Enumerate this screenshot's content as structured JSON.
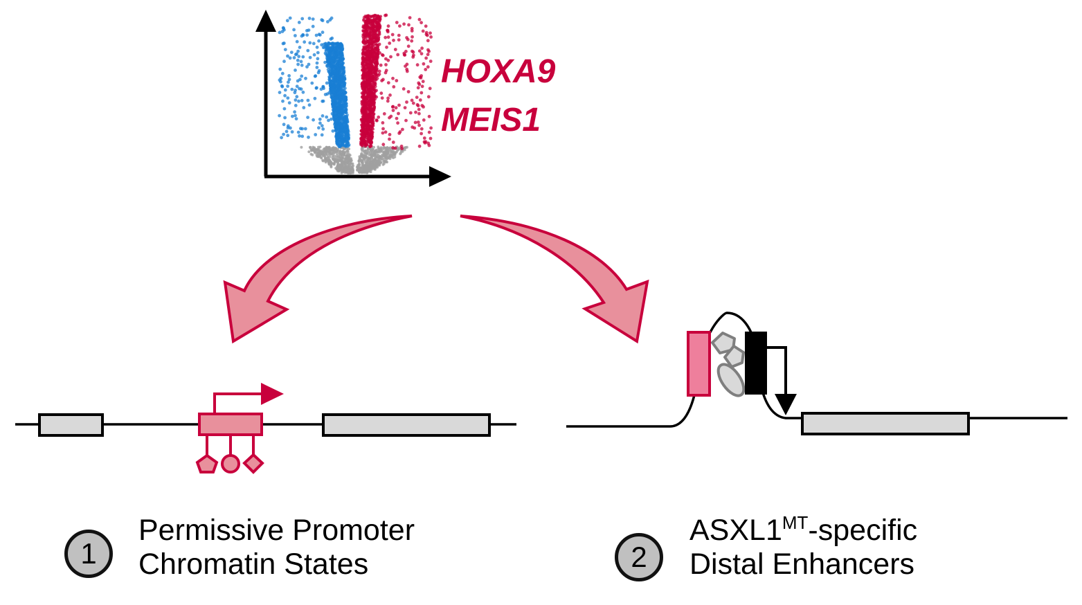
{
  "colors": {
    "accent": "#c8003c",
    "accent_fill": "#e8909c",
    "enhancer_fill": "#ee7f9c",
    "down_blue": "#1a7fd4",
    "nonsig_gray": "#a0a0a0",
    "gene_box_fill": "#d9d9d9",
    "factor_fill": "#d9d9d9",
    "factor_stroke": "#7f7f7f",
    "badge_fill": "#c0c0c0",
    "line": "#000000"
  },
  "volcano": {
    "description": "volcano plot schematic with downregulated (blue), upregulated (red) and non-significant (gray) genes",
    "highlighted_genes": [
      "HOXA9",
      "MEIS1"
    ]
  },
  "arrows": [
    {
      "name": "to-promoter",
      "direction": "down-left"
    },
    {
      "name": "to-enhancer",
      "direction": "down-right"
    }
  ],
  "promoter_panel": {
    "badge": "1",
    "caption_line1": "Permissive Promoter",
    "caption_line2": "Chromatin States",
    "histone_marks": [
      "pentagon",
      "circle",
      "diamond"
    ]
  },
  "enhancer_panel": {
    "badge": "2",
    "caption_line1_main": "ASXL1",
    "caption_line1_sup": "MT",
    "caption_line1_rest": "-specific",
    "caption_line2": "Distal Enhancers",
    "factors": [
      "pentagon",
      "pentagon",
      "ellipse"
    ]
  }
}
